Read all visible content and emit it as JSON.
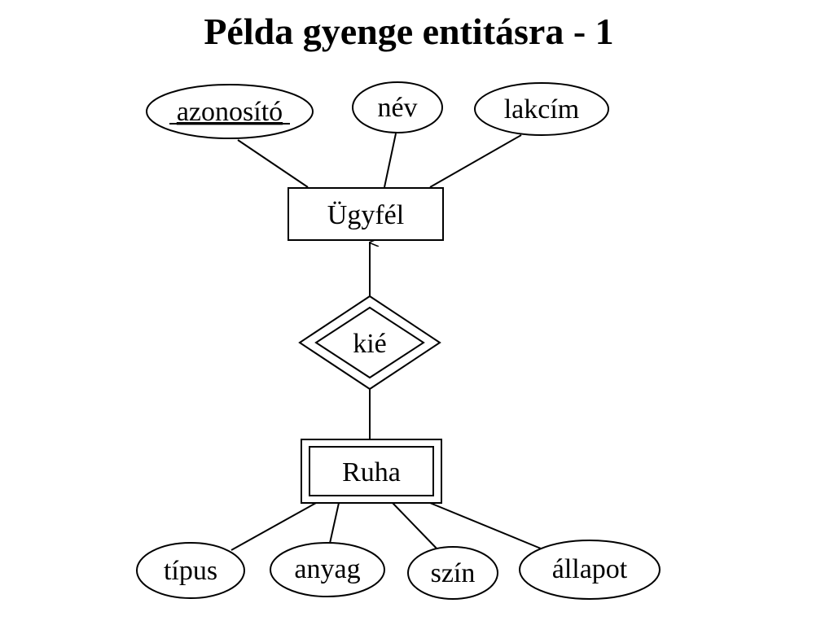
{
  "title": "Példa gyenge entitásra - 1",
  "entities": {
    "strong": "Ügyfél",
    "weak": "Ruha"
  },
  "relationship": {
    "label": "kié",
    "identifying": true
  },
  "attributes": {
    "customer": [
      {
        "label": "azonosító",
        "key": true
      },
      {
        "label": "név",
        "key": false
      },
      {
        "label": "lakcím",
        "key": false
      }
    ],
    "clothing": [
      {
        "label": "típus",
        "key": false
      },
      {
        "label": "anyag",
        "key": false
      },
      {
        "label": "szín",
        "key": false
      },
      {
        "label": "állapot",
        "key": false
      }
    ]
  }
}
